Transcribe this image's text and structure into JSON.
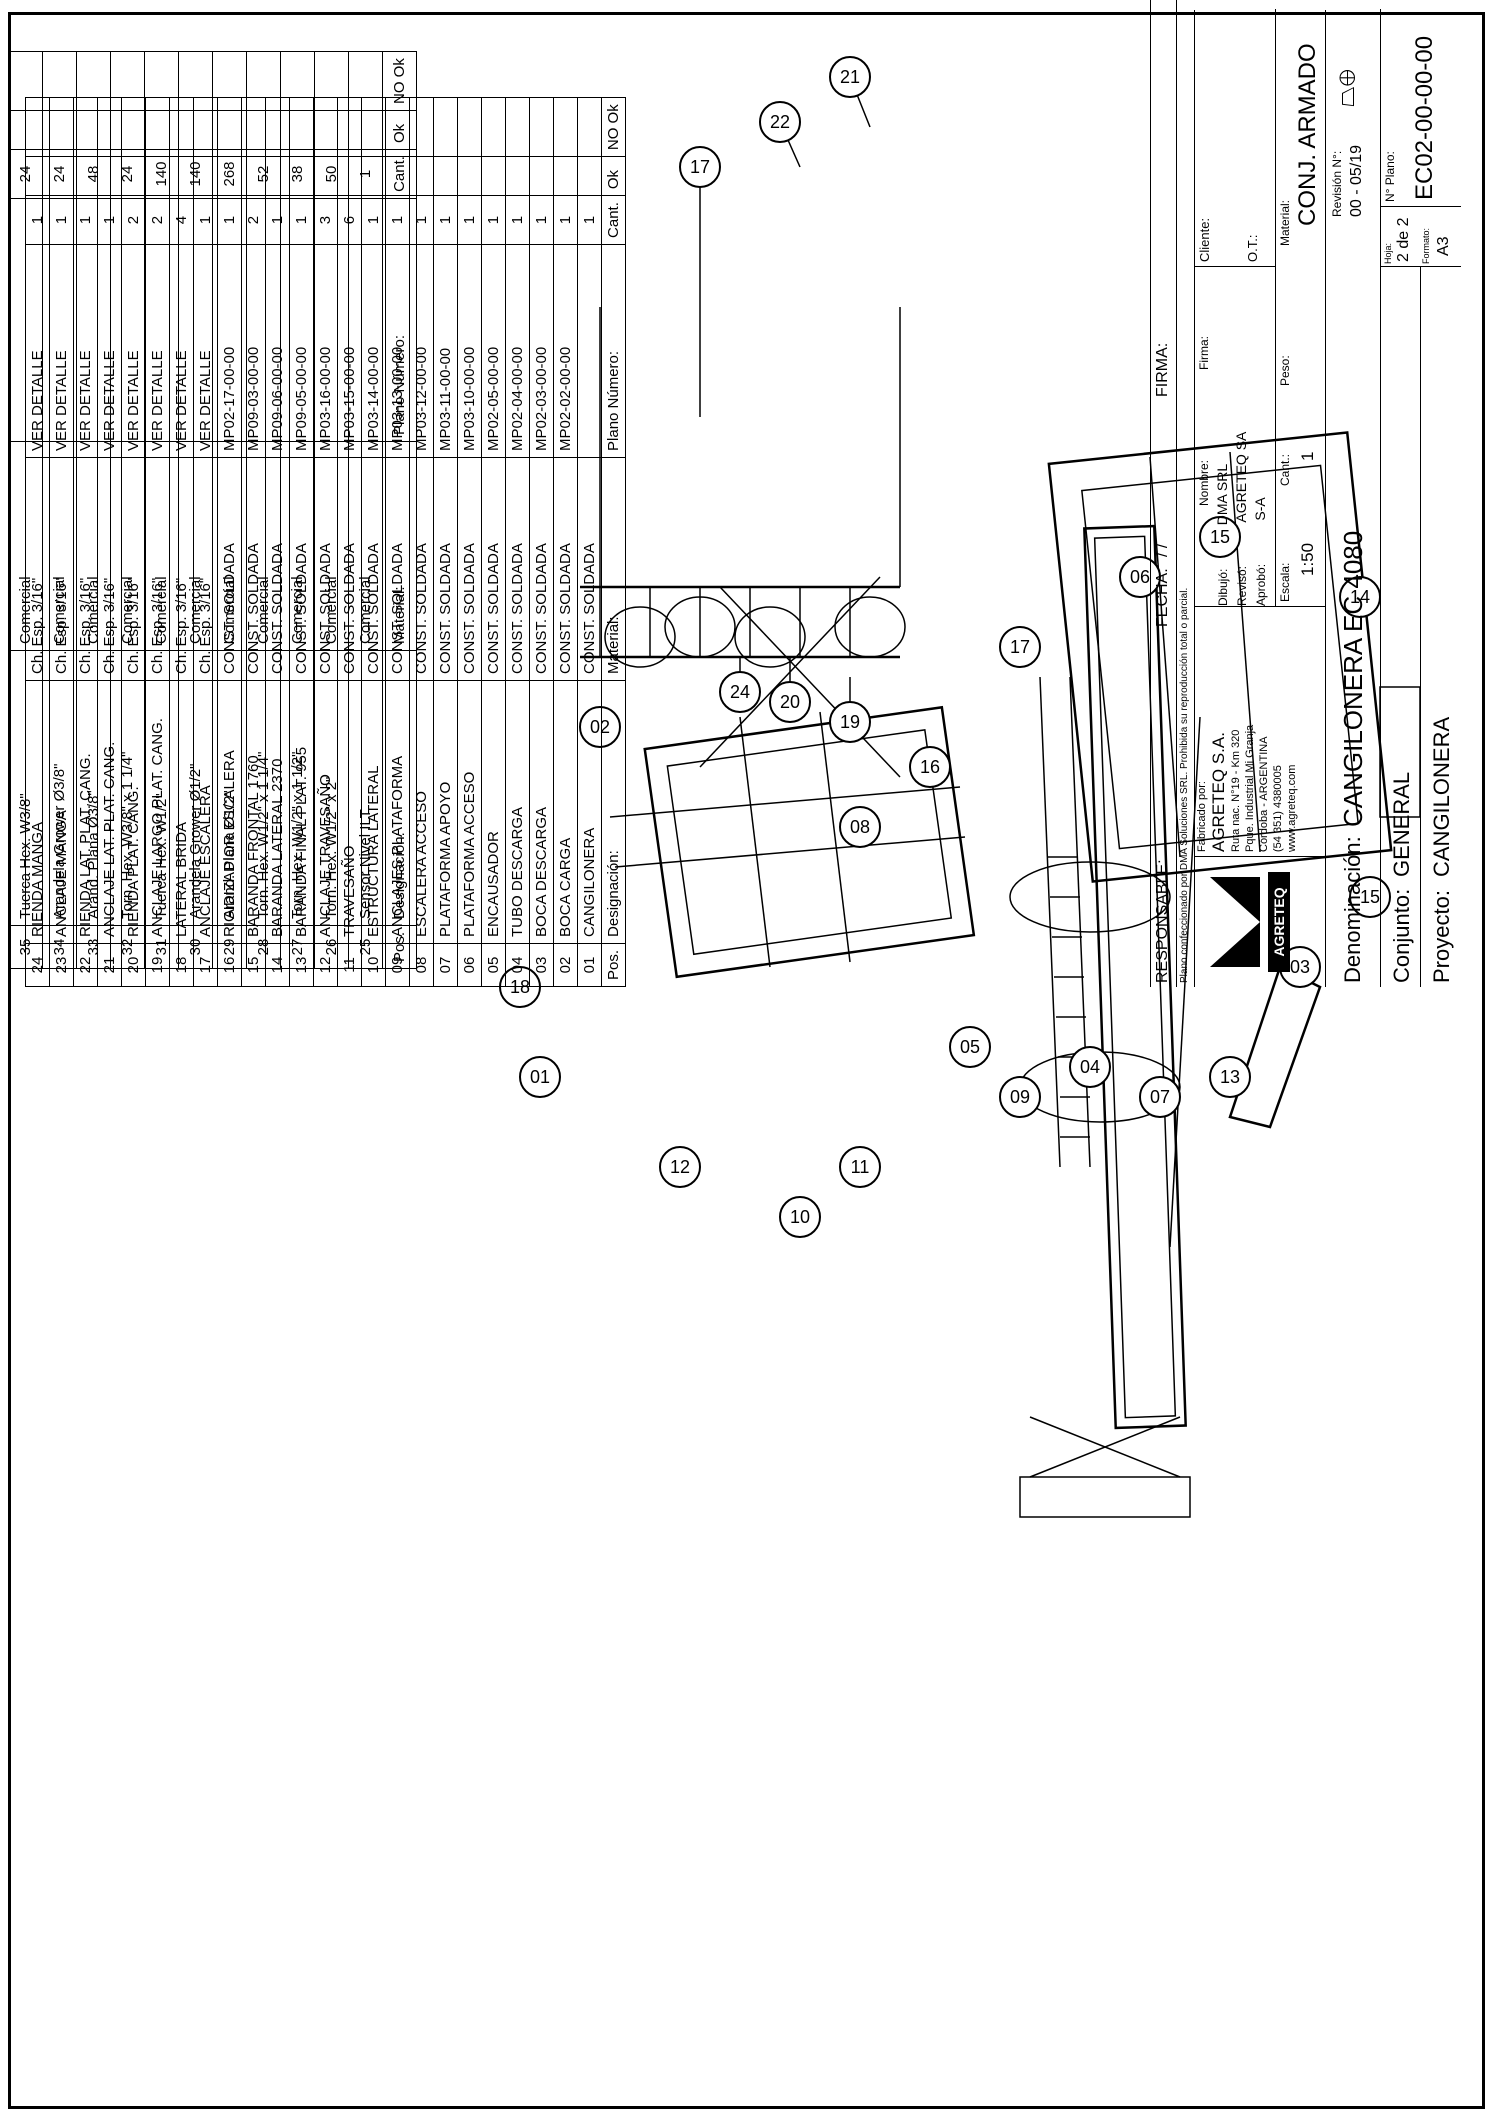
{
  "small_parts": [
    {
      "pos": "35",
      "designacion": "Tuerca Hex. W3/8\"",
      "material": "Comercial",
      "plano": "",
      "cant": "24"
    },
    {
      "pos": "34",
      "designacion": "Arandela Grower Ø3/8\"",
      "material": "Comercial",
      "plano": "",
      "cant": "24"
    },
    {
      "pos": "33",
      "designacion": "Arand. Plana Ø3/8\"",
      "material": "Comercial",
      "plano": "",
      "cant": "48"
    },
    {
      "pos": "32",
      "designacion": "Torn. Hex. W3/8\" x 1 1/4\"",
      "material": "Comercial",
      "plano": "",
      "cant": "24"
    },
    {
      "pos": "31",
      "designacion": "Tuerca Hex. W1/2\"",
      "material": "Comercial",
      "plano": "",
      "cant": "140"
    },
    {
      "pos": "30",
      "designacion": "Arandela Grower Ø1/2\"",
      "material": "Comercial",
      "plano": "",
      "cant": "140"
    },
    {
      "pos": "29",
      "designacion": "Arand. Plana Ø1/2\"",
      "material": "Comercial",
      "plano": "",
      "cant": "268"
    },
    {
      "pos": "28",
      "designacion": "Torn. Hex. W1/2\" x 1 1/4\"",
      "material": "Comercial",
      "plano": "",
      "cant": "52"
    },
    {
      "pos": "27",
      "designacion": "Torn. Hex. W1/2\" x 1 1/2\"",
      "material": "Comercial",
      "plano": "",
      "cant": "38"
    },
    {
      "pos": "26",
      "designacion": "Torn. Hex. W1/2\" x 2\"",
      "material": "Comercial",
      "plano": "",
      "cant": "50"
    },
    {
      "pos": "25",
      "designacion": "Sensor Nivel ILT",
      "material": "Comercial",
      "plano": "",
      "cant": "1"
    }
  ],
  "small_header": {
    "pos": "Pos.",
    "designacion": "Designación:",
    "material": "Material:",
    "plano": "Plano Número:",
    "cant": "Cant.",
    "ok": "Ok",
    "nok": "NO Ok"
  },
  "big_parts": [
    {
      "pos": "24",
      "designacion": "RIENDA MANGA",
      "material": "Ch. Esp. 3/16\"",
      "plano": "VER DETALLE",
      "cant": "1"
    },
    {
      "pos": "23",
      "designacion": "ANCLAJE MANGA",
      "material": "Ch. Esp. 3/16\"",
      "plano": "VER DETALLE",
      "cant": "1"
    },
    {
      "pos": "22",
      "designacion": "RIENDA LAT. PLAT. CANG.",
      "material": "Ch. Esp. 3/16\"",
      "plano": "VER DETALLE",
      "cant": "1"
    },
    {
      "pos": "21",
      "designacion": "ANCLAJE LAT. PLAT. CANG.",
      "material": "Ch. Esp. 3/16\"",
      "plano": "VER DETALLE",
      "cant": "1"
    },
    {
      "pos": "20",
      "designacion": "RIENDA PLAT. CANG.",
      "material": "Ch. Esp. 3/16\"",
      "plano": "VER DETALLE",
      "cant": "2"
    },
    {
      "pos": "19",
      "designacion": "ANCLAJE LARGO PLAT. CANG.",
      "material": "Ch. Esp. 3/16\"",
      "plano": "VER DETALLE",
      "cant": "2"
    },
    {
      "pos": "18",
      "designacion": "LATERAL BRIDA",
      "material": "Ch. Esp. 3/16\"",
      "plano": "VER DETALLE",
      "cant": "4"
    },
    {
      "pos": "17",
      "designacion": "ANCLAJE ESCALERA",
      "material": "Ch. Esp. 3/16\"",
      "plano": "VER DETALLE",
      "cant": "1"
    },
    {
      "pos": "16",
      "designacion": "RIGIDIZADIOR ESCALERA",
      "material": "CONST. SOLDADA",
      "plano": "MP02-17-00-00",
      "cant": "1"
    },
    {
      "pos": "15",
      "designacion": "BARANDA FRONTAL 1760",
      "material": "CONST. SOLDADA",
      "plano": "MP09-03-00-00",
      "cant": "2"
    },
    {
      "pos": "14",
      "designacion": "BARANDA LATERAL 2370",
      "material": "CONST. SOLDADA",
      "plano": "MP09-06-00-00",
      "cant": "1"
    },
    {
      "pos": "13",
      "designacion": "BARANDA FINAL PLAT. 955",
      "material": "CONST. SOLDADA",
      "plano": "MP09-05-00-00",
      "cant": "1"
    },
    {
      "pos": "12",
      "designacion": "ANCLAJE TRAVESAÑO",
      "material": "CONST. SOLDADA",
      "plano": "MP03-16-00-00",
      "cant": "3"
    },
    {
      "pos": "11",
      "designacion": "TRAVESAÑO",
      "material": "CONST. SOLDADA",
      "plano": "MP03-15-00-00",
      "cant": "6"
    },
    {
      "pos": "10",
      "designacion": "ESTRUCTURA LATERAL",
      "material": "CONST. SOLDADA",
      "plano": "MP03-14-00-00",
      "cant": "1"
    },
    {
      "pos": "09",
      "designacion": "ANCLAJES PLATAFORMA",
      "material": "CONST. SOLDADA",
      "plano": "MP03-13-00-00",
      "cant": "1"
    },
    {
      "pos": "08",
      "designacion": "ESCALERA ACCESO",
      "material": "CONST. SOLDADA",
      "plano": "MP03-12-00-00",
      "cant": "1"
    },
    {
      "pos": "07",
      "designacion": "PLATAFORMA APOYO",
      "material": "CONST. SOLDADA",
      "plano": "MP03-11-00-00",
      "cant": "1"
    },
    {
      "pos": "06",
      "designacion": "PLATAFORMA ACCESO",
      "material": "CONST. SOLDADA",
      "plano": "MP03-10-00-00",
      "cant": "1"
    },
    {
      "pos": "05",
      "designacion": "ENCAUSADOR",
      "material": "CONST. SOLDADA",
      "plano": "MP02-05-00-00",
      "cant": "1"
    },
    {
      "pos": "04",
      "designacion": "TUBO DESCARGA",
      "material": "CONST. SOLDADA",
      "plano": "MP02-04-00-00",
      "cant": "1"
    },
    {
      "pos": "03",
      "designacion": "BOCA DESCARGA",
      "material": "CONST. SOLDADA",
      "plano": "MP02-03-00-00",
      "cant": "1"
    },
    {
      "pos": "02",
      "designacion": "BOCA CARGA",
      "material": "CONST. SOLDADA",
      "plano": "MP02-02-00-00",
      "cant": "1"
    },
    {
      "pos": "01",
      "designacion": "CANGILONERA",
      "material": "CONST. SOLDADA",
      "plano": "",
      "cant": "1"
    }
  ],
  "big_header": {
    "pos": "Pos.",
    "designacion": "Designación:",
    "material": "Material:",
    "plano": "Plano Número:",
    "cant": "Cant.",
    "ok": "Ok",
    "nok": "NO Ok"
  },
  "responsable": {
    "label": "RESPONSABLE:",
    "fecha": "FECHA:",
    "fecha_value": "/      /",
    "firma": "FIRMA:"
  },
  "note": "Plano confeccionado por DMA Soluciones SRL. Prohibida su reproducción total o parcial.",
  "title_block": {
    "fabricado_label": "Fabricado por:",
    "company": "AGRETEQ S.A.",
    "address1": "Ruta nac. N°19 - Km 320",
    "address2": "Pque. Industrial Mi Granja",
    "address3": "Córdoba - ARGENTINA",
    "phone": "(54 351) 4380005",
    "web": "www.agreteq.com",
    "logo_text": "AGRETEQ",
    "nombre_label": "Nombre:",
    "firma_label": "Firma:",
    "dibujo_label": "Dibujó:",
    "dibujo_value": "DMA SRL",
    "reviso_label": "Revisó:",
    "reviso_value": "AGRETEQ SA",
    "aprobo_label": "Aprobó:",
    "aprobo_value": "S-A",
    "cliente_label": "Cliente:",
    "ot_label": "O.T.:",
    "escala_label": "Escala:",
    "escala_value": "1:50",
    "cant_label": "Cant.:",
    "cant_value": "1",
    "peso_label": "Peso:",
    "material_label": "Material:",
    "material_value": "CONJ. ARMADO",
    "revision_label": "Revisión N°:",
    "revision_value": "00 - 05/19",
    "denominacion_label": "Denominación:",
    "denominacion_value": "CANGILONERA EC 4080",
    "conjunto_label": "Conjunto:",
    "conjunto_value": "GENERAL",
    "proyecto_label": "Proyecto:",
    "proyecto_value": "CANGILONERA",
    "hoja_label": "Hoja:",
    "hoja_value": "2 de 2",
    "formato_label": "Formato:",
    "formato_value": "A3",
    "plano_label": "N° Plano:",
    "plano_value": "EC02-00-00-00"
  },
  "callouts_view1": [
    "21",
    "22",
    "17",
    "24",
    "20",
    "19"
  ],
  "callouts_view2": [
    "15",
    "14",
    "06",
    "17",
    "16",
    "02",
    "08",
    "18",
    "01",
    "12",
    "10",
    "11",
    "09",
    "05",
    "04",
    "07",
    "13",
    "03",
    "15"
  ]
}
